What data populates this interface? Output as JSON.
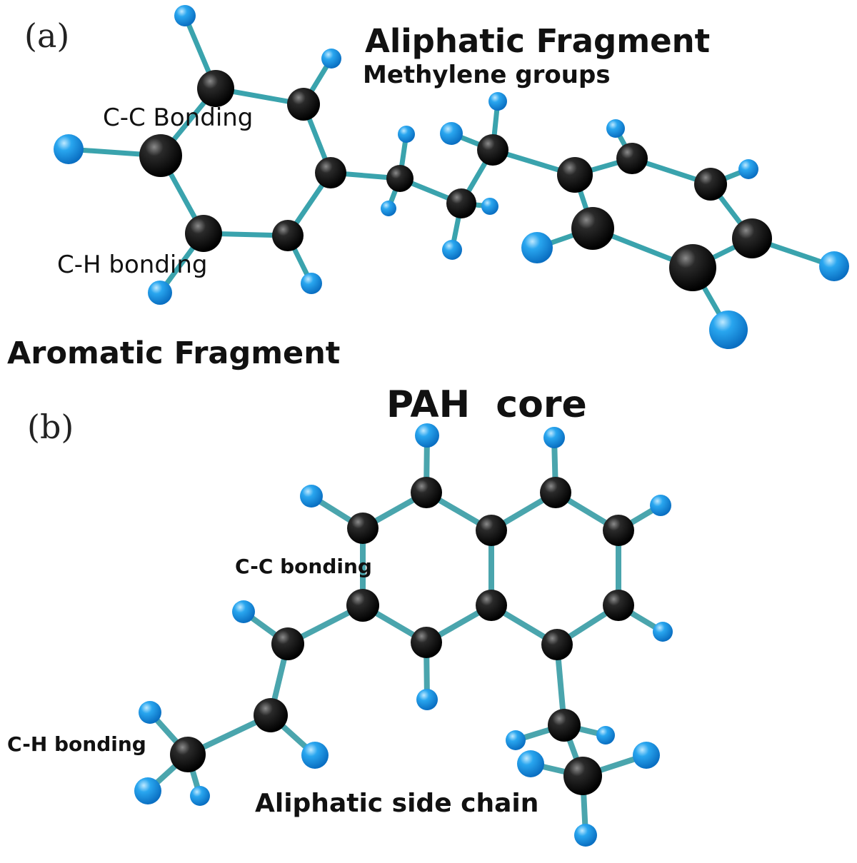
{
  "panel_a": {
    "label": "(a)",
    "title": "Aliphatic Fragment",
    "subtitle": "Methylene groups",
    "cc_label": "C-C Bonding",
    "ch_label": "C-H bonding",
    "fragment_label": "Aromatic Fragment"
  },
  "panel_b": {
    "label": "(b)",
    "title": "PAH  core",
    "cc_label": "C-C bonding",
    "ch_label": "C-H bonding",
    "chain_label": "Aliphatic side chain"
  },
  "colors": {
    "carbon": "#111111",
    "hydrogen": "#1e9be8",
    "bond": "#3aa3ad"
  }
}
